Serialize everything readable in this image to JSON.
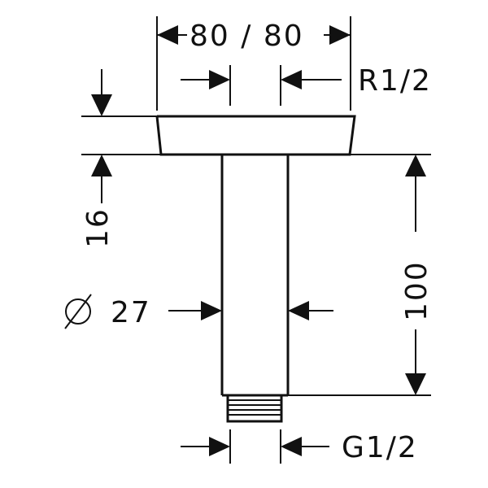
{
  "diagram": {
    "dimensions": {
      "top_width": "80 / 80",
      "thread_top": "R1/2",
      "height_total": "100",
      "height_plate": "16",
      "diameter": "27",
      "thread_bottom": "G1/2"
    }
  }
}
